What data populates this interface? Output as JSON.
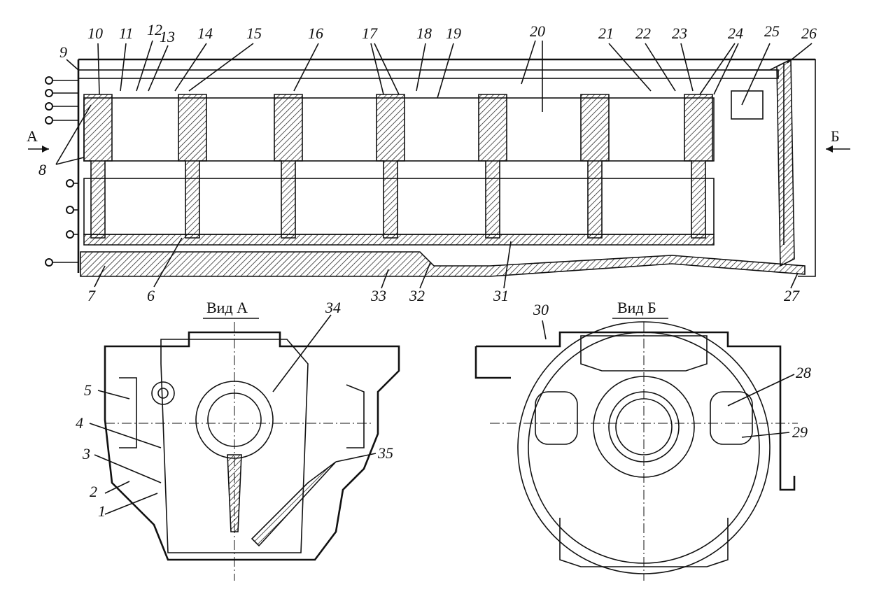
{
  "views": {
    "view_a_title": "Вид А",
    "view_b_title": "Вид Б",
    "arrow_a": "А",
    "arrow_b": "Б"
  },
  "callouts": [
    "1",
    "2",
    "3",
    "4",
    "5",
    "6",
    "7",
    "8",
    "9",
    "10",
    "11",
    "12",
    "13",
    "14",
    "15",
    "16",
    "17",
    "18",
    "19",
    "20",
    "21",
    "22",
    "23",
    "24",
    "25",
    "26",
    "27",
    "28",
    "29",
    "30",
    "31",
    "32",
    "33",
    "34",
    "35"
  ]
}
